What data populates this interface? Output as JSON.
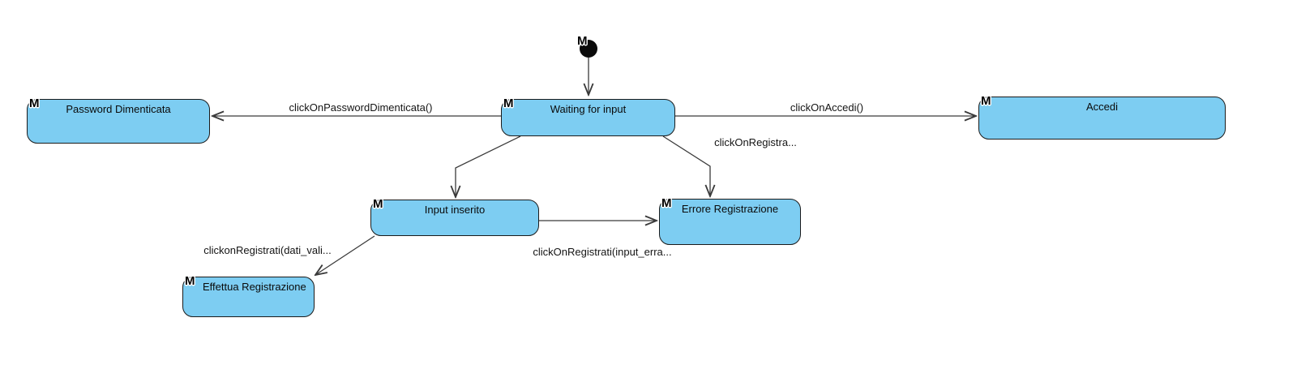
{
  "diagram_type": "uml-state-machine",
  "badge_glyph": "M",
  "colors": {
    "state_fill": "#7dcdf2",
    "state_border": "#1b1b1b",
    "edge_line": "#3a3a3a",
    "initial_node_fill": "#0b0b0b",
    "background": "#ffffff"
  },
  "initial": {
    "badge": "M"
  },
  "states": {
    "password": {
      "label": "Password Dimenticata",
      "badge": "M"
    },
    "waiting": {
      "label": "Waiting for input",
      "badge": "M"
    },
    "accedi": {
      "label": "Accedi",
      "badge": "M"
    },
    "input": {
      "label": "Input inserito",
      "badge": "M"
    },
    "errore": {
      "label": "Errore Registrazione",
      "badge": "M"
    },
    "effettua": {
      "label": "Effettua Registrazione",
      "badge": "M"
    }
  },
  "transitions": {
    "initial_to_waiting": {
      "from": "initial",
      "to": "Waiting for input",
      "label": ""
    },
    "waiting_to_password": {
      "from": "Waiting for input",
      "to": "Password Dimenticata",
      "label": "clickOnPasswordDimenticata()"
    },
    "waiting_to_accedi": {
      "from": "Waiting for input",
      "to": "Accedi",
      "label": "clickOnAccedi()"
    },
    "waiting_to_input": {
      "from": "Waiting for input",
      "to": "Input inserito",
      "label": ""
    },
    "waiting_to_errore": {
      "from": "Waiting for input",
      "to": "Errore Registrazione",
      "label": "clickOnRegistra..."
    },
    "input_to_errore": {
      "from": "Input inserito",
      "to": "Errore Registrazione",
      "label": "clickOnRegistrati(input_erra..."
    },
    "input_to_effettua": {
      "from": "Input inserito",
      "to": "Effettua Registrazione",
      "label": "clickonRegistrati(dati_vali..."
    }
  }
}
